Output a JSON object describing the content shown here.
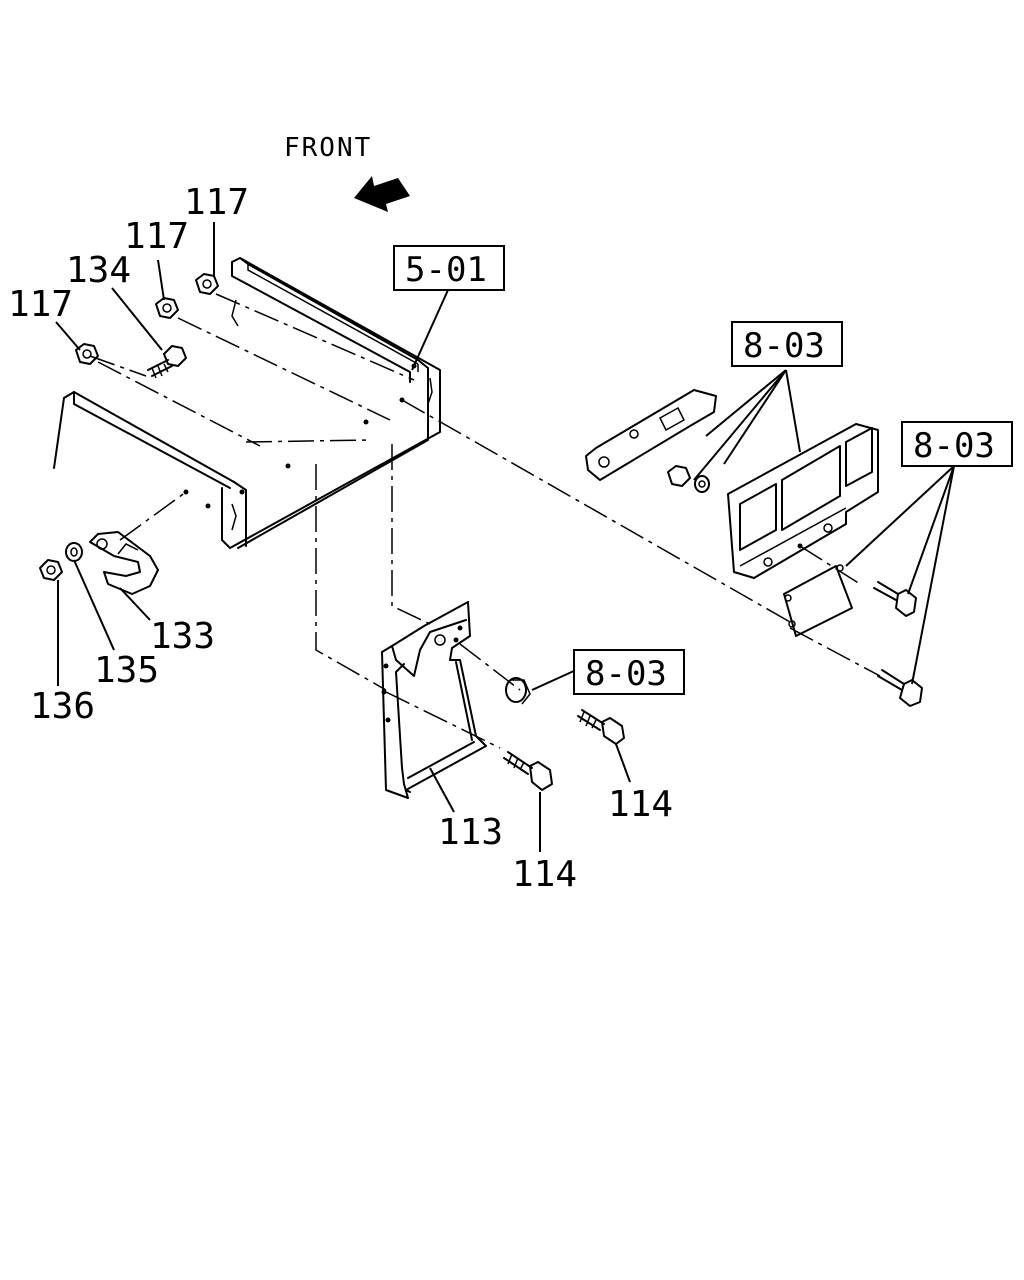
{
  "orientation": {
    "text": "FRONT"
  },
  "refs": {
    "ref_5_01": "5-01",
    "ref_8_03_a": "8-03",
    "ref_8_03_b": "8-03",
    "ref_8_03_c": "8-03"
  },
  "parts": {
    "p117_a": "117",
    "p117_b": "117",
    "p117_c": "117",
    "p134": "134",
    "p133": "133",
    "p135": "135",
    "p136": "136",
    "p113": "113",
    "p114_a": "114",
    "p114_b": "114"
  }
}
